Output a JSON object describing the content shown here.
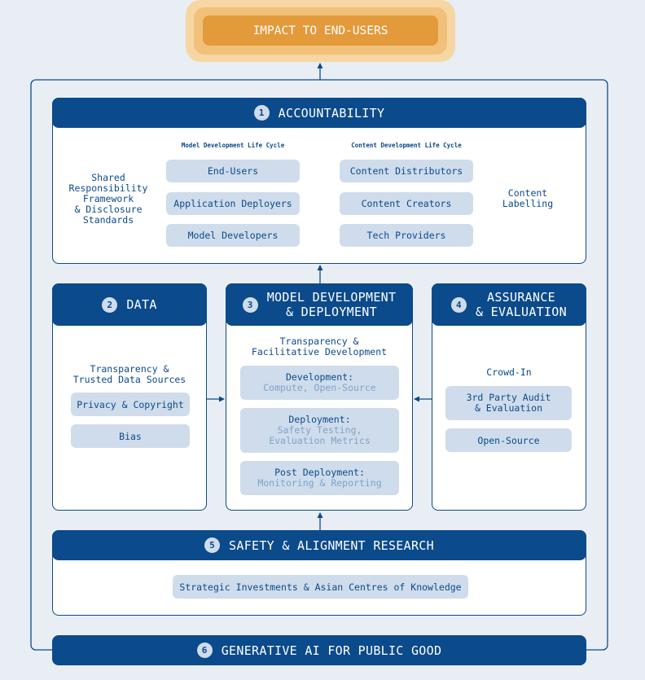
{
  "impact": {
    "label": "IMPACT TO END-USERS"
  },
  "accountability": {
    "number": "1",
    "title": "ACCOUNTABILITY",
    "left_text": "Shared\nResponsibility\nFramework\n& Disclosure\nStandards",
    "right_text": "Content\nLabelling",
    "model_cycle": {
      "title": "Model Development Life Cycle",
      "items": [
        "End-Users",
        "Application Deployers",
        "Model Developers"
      ]
    },
    "content_cycle": {
      "title": "Content Development Life Cycle",
      "items": [
        "Content Distributors",
        "Content Creators",
        "Tech Providers"
      ]
    }
  },
  "data": {
    "number": "2",
    "title": "DATA",
    "subtitle": "Transparency &\nTrusted Data Sources",
    "items": [
      "Privacy & Copyright",
      "Bias"
    ]
  },
  "model_dev": {
    "number": "3",
    "title": "MODEL DEVELOPMENT\n& DEPLOYMENT",
    "subtitle": "Transparency &\nFacilitative Development",
    "items": [
      {
        "label": "Development:",
        "sub": "Compute, Open-Source"
      },
      {
        "label": "Deployment:",
        "sub": "Safety Testing,\nEvaluation Metrics"
      },
      {
        "label": "Post Deployment:",
        "sub": "Monitoring & Reporting"
      }
    ]
  },
  "assurance": {
    "number": "4",
    "title": "ASSURANCE\n& EVALUATION",
    "subtitle": "Crowd-In",
    "items": [
      "3rd Party Audit\n& Evaluation",
      "Open-Source"
    ]
  },
  "safety": {
    "number": "5",
    "title": "SAFETY & ALIGNMENT RESEARCH",
    "item": "Strategic Investments & Asian Centres of Knowledge"
  },
  "public_good": {
    "number": "6",
    "title": "GENERATIVE AI FOR PUBLIC GOOD"
  },
  "colors": {
    "primary": "#0b4a8b",
    "pill": "#cfdceb",
    "sub_text": "#7fa3c8",
    "impact_outer": "#f6d7a3",
    "impact_mid": "#f1c17a",
    "impact_inner": "#e39a3b",
    "background": "#e9eef5"
  }
}
